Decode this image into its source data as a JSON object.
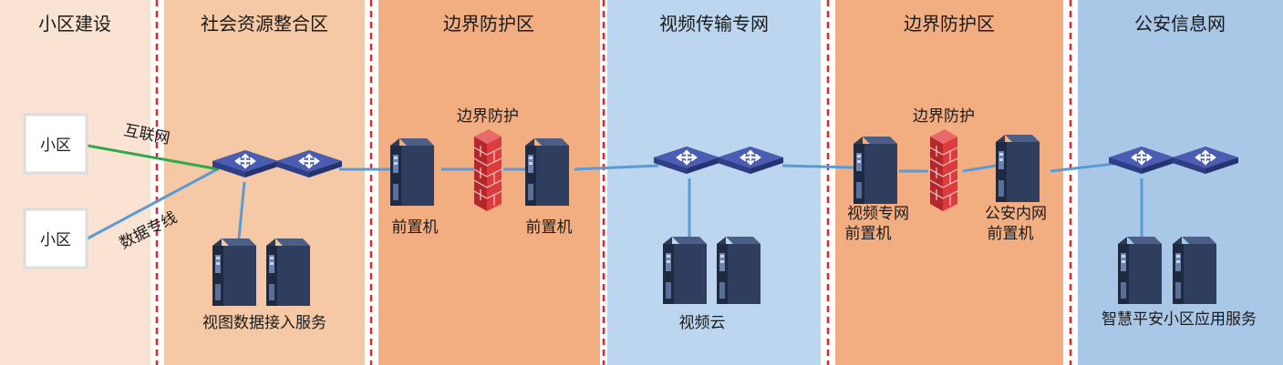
{
  "zones": [
    {
      "title": "小区建设",
      "color": "#fbe3d4"
    },
    {
      "title": "社会资源整合区",
      "color": "#f6c9a6"
    },
    {
      "title": "边界防护区",
      "color": "#f2ae80"
    },
    {
      "title": "视频传输专网",
      "color": "#bcd6ef"
    },
    {
      "title": "边界防护区",
      "color": "#f2ae80"
    },
    {
      "title": "公安信息网",
      "color": "#a9c8e8"
    }
  ],
  "communities": [
    "小区",
    "小区"
  ],
  "links": {
    "internet": "互联网",
    "dedicated_line": "数据专线"
  },
  "labels": {
    "view_data_access": "视图数据接入服务",
    "firewall_1": "边界防护",
    "front_1": "前置机",
    "front_2": "前置机",
    "video_cloud": "视频云",
    "firewall_2": "边界防护",
    "video_front_line1": "视频专网",
    "video_front_line2": "前置机",
    "police_front_line1": "公安内网",
    "police_front_line2": "前置机",
    "smart_app": "智慧平安小区应用服务"
  },
  "colors": {
    "zone_divider": "#e0262a",
    "link_line": "#5b9bd5",
    "internet_line": "#2eaa48",
    "switch_fill": "#3d4f9e",
    "server_fill": "#2b3a55",
    "firewall_fill": "#d9383b"
  }
}
